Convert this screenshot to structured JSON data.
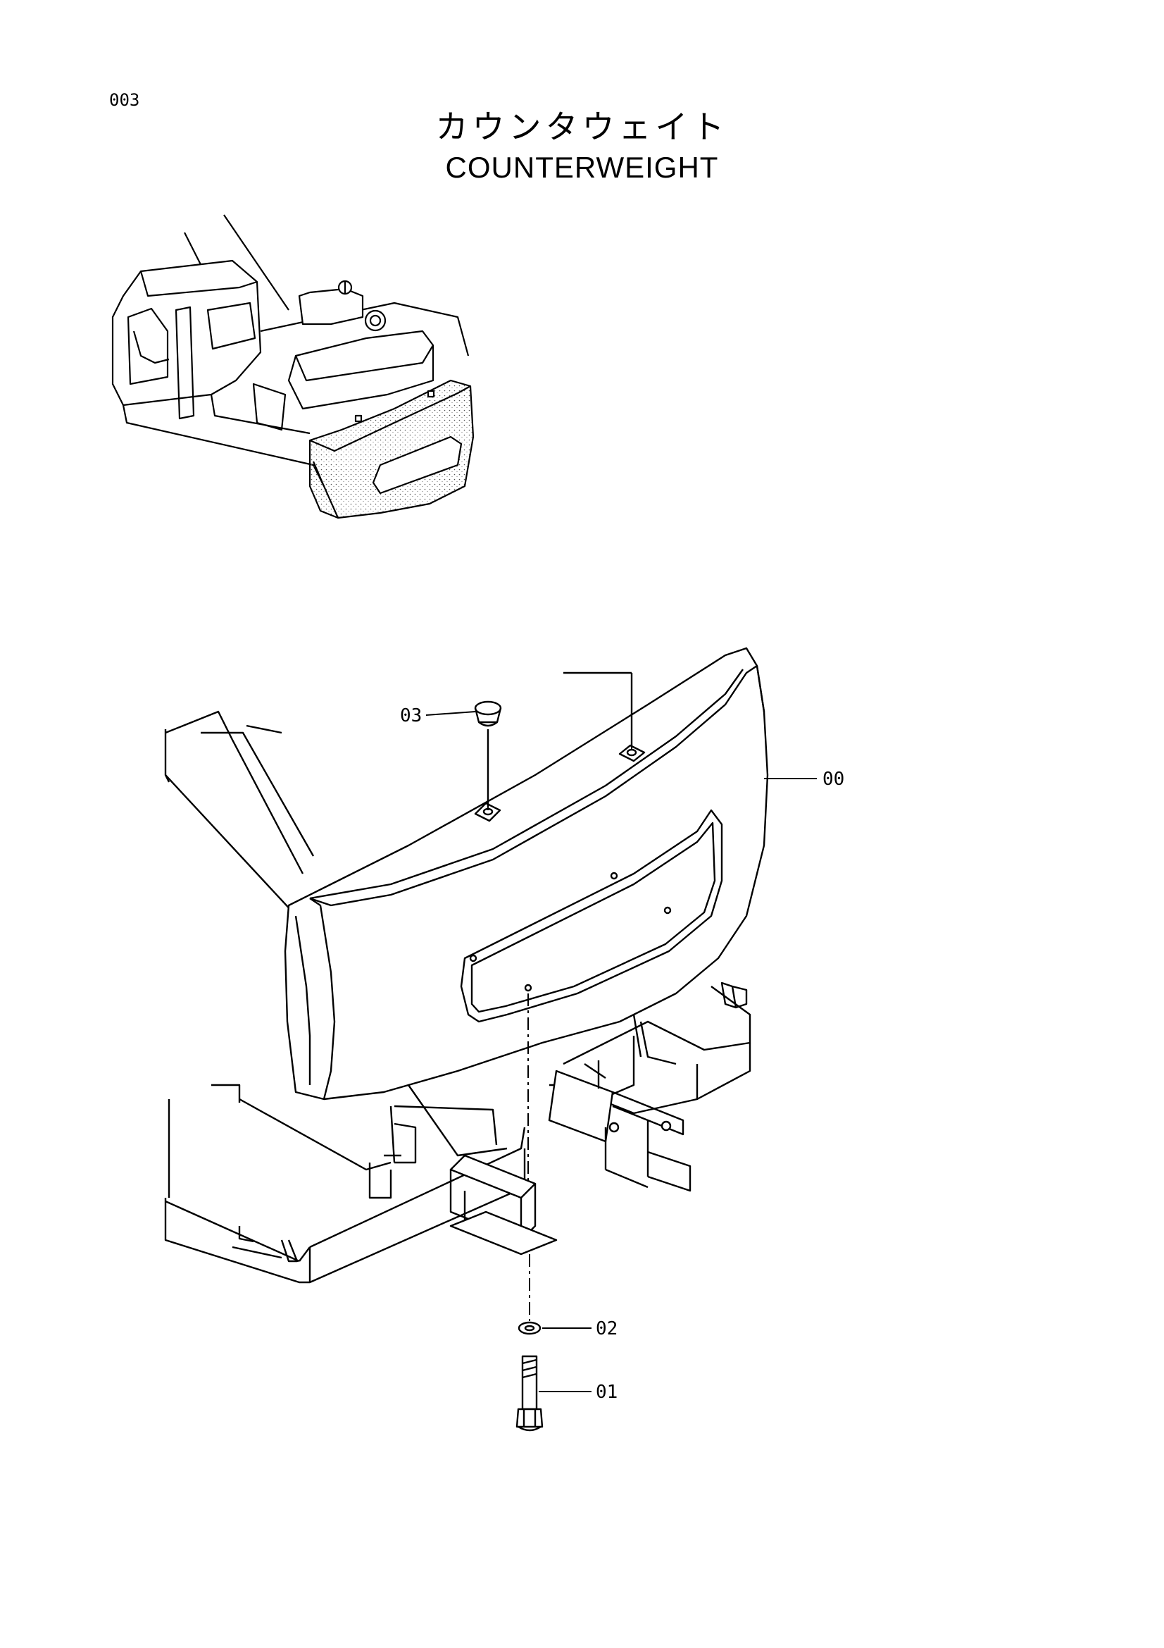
{
  "page": {
    "number": "003"
  },
  "title": {
    "japanese": "カウンタウェイト",
    "english": "COUNTERWEIGHT"
  },
  "parts": [
    {
      "id": "00",
      "part": "counterweight"
    },
    {
      "id": "01",
      "part": "bolt"
    },
    {
      "id": "02",
      "part": "washer"
    },
    {
      "id": "03",
      "part": "cap"
    }
  ]
}
